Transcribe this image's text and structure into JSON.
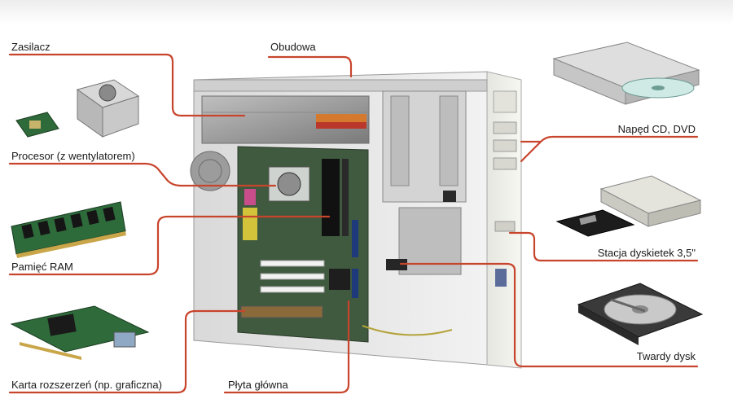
{
  "diagram": {
    "line_color": "#c8452d",
    "labels": {
      "zasilacz": "Zasilacz",
      "obudowa": "Obudowa",
      "procesor": "Procesor (z wentylatorem)",
      "ram": "Pamięć RAM",
      "karta": "Karta rozszerzeń (np. graficzna)",
      "plyta": "Płyta główna",
      "naped": "Napęd CD, DVD",
      "stacja": "Stacja dyskietek 3,5\"",
      "dysk": "Twardy dysk"
    }
  }
}
